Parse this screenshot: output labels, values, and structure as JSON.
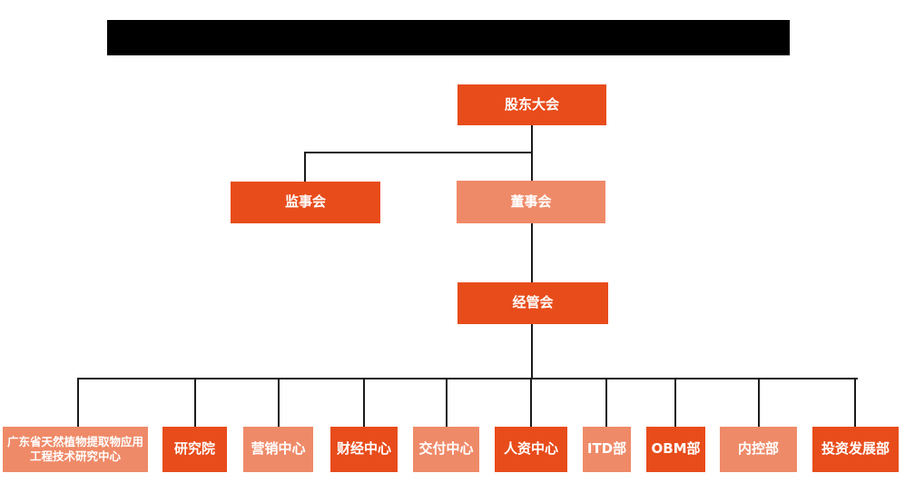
{
  "colors": {
    "primary": "#e84c1b",
    "secondary": "#ef8a68",
    "connector": "#1c1c1c",
    "text": "#ffffff",
    "background": "#ffffff",
    "redacted_bar": "#000000"
  },
  "header": {
    "redacted_title_bar": true
  },
  "org_chart": {
    "type": "org-tree",
    "nodes": {
      "shareholders": {
        "label": "股东大会",
        "level": 1,
        "variant": "primary",
        "parent": null
      },
      "supervisory": {
        "label": "监事会",
        "level": 2,
        "variant": "primary",
        "parent": "shareholders"
      },
      "board": {
        "label": "董事会",
        "level": 2,
        "variant": "secondary",
        "parent": "shareholders"
      },
      "management": {
        "label": "经管会",
        "level": 3,
        "variant": "primary",
        "parent": "board"
      },
      "research_center": {
        "label": "广东省天然植物提取物应用工程技术研究中心",
        "level": 4,
        "variant": "secondary",
        "parent": "management"
      },
      "research_institute": {
        "label": "研究院",
        "level": 4,
        "variant": "primary",
        "parent": "management"
      },
      "marketing": {
        "label": "营销中心",
        "level": 4,
        "variant": "secondary",
        "parent": "management"
      },
      "finance": {
        "label": "财经中心",
        "level": 4,
        "variant": "primary",
        "parent": "management"
      },
      "delivery": {
        "label": "交付中心",
        "level": 4,
        "variant": "secondary",
        "parent": "management"
      },
      "hr": {
        "label": "人资中心",
        "level": 4,
        "variant": "primary",
        "parent": "management"
      },
      "itd": {
        "label": "ITD部",
        "level": 4,
        "variant": "secondary",
        "parent": "management"
      },
      "obm": {
        "label": "OBM部",
        "level": 4,
        "variant": "primary",
        "parent": "management"
      },
      "internal_control": {
        "label": "内控部",
        "level": 4,
        "variant": "secondary",
        "parent": "management"
      },
      "investment": {
        "label": "投资发展部",
        "level": 4,
        "variant": "primary",
        "parent": "management"
      }
    }
  }
}
